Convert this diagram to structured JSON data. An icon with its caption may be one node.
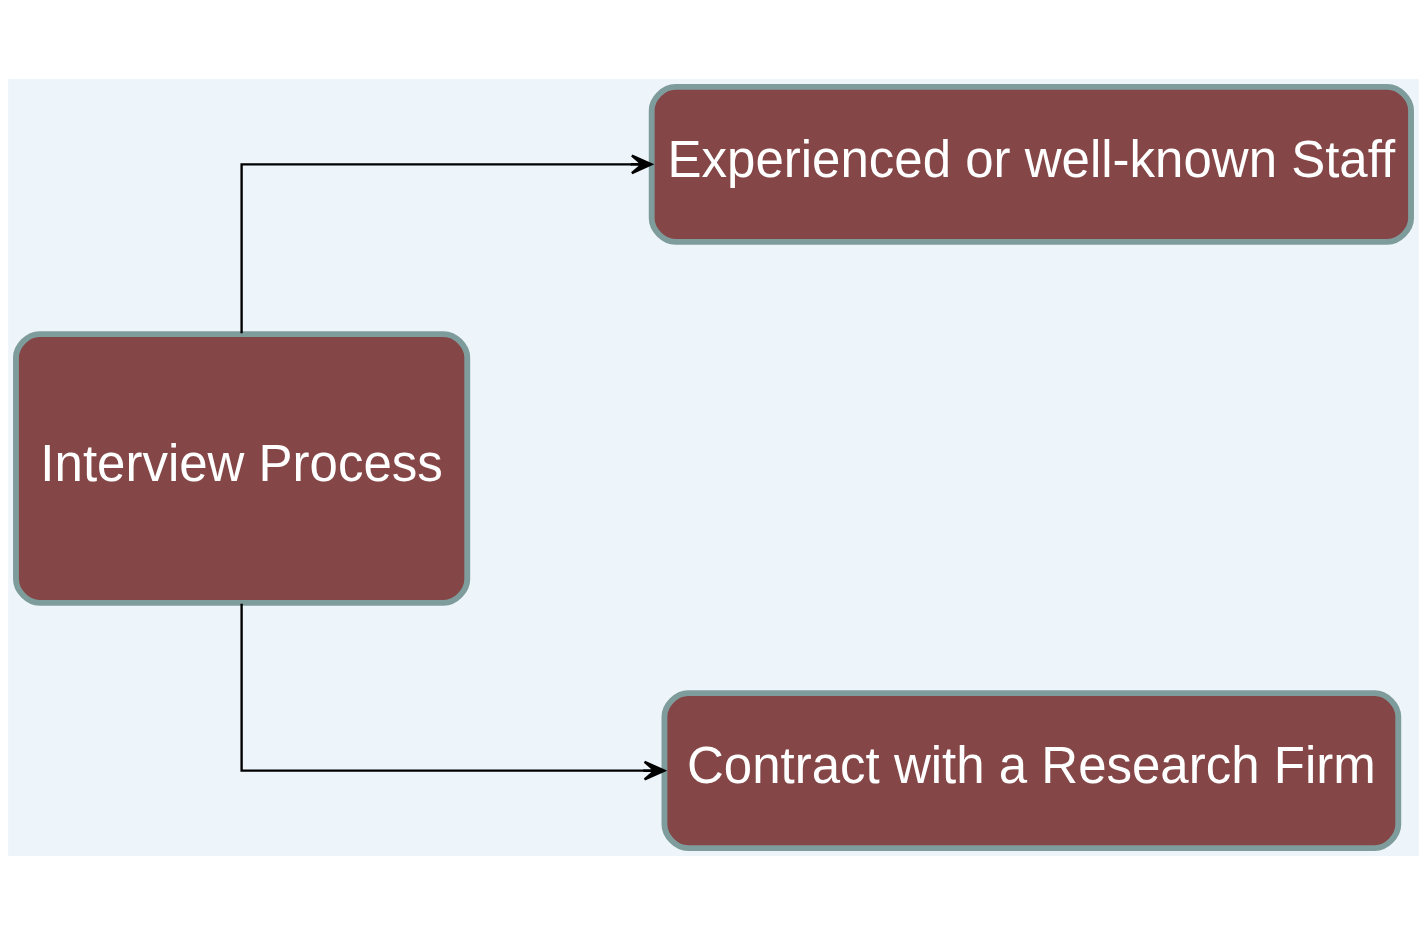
{
  "diagram": {
    "nodes": [
      {
        "text": [
          "Interview Process"
        ]
      },
      {
        "text": [
          "Experienced or well-known Staff"
        ]
      },
      {
        "text": [
          "Contract with a Research Firm"
        ]
      }
    ],
    "edges": [
      {
        "from": 0,
        "to": 1,
        "arrow": "to"
      },
      {
        "from": 0,
        "to": 2,
        "arrow": "to"
      }
    ]
  }
}
